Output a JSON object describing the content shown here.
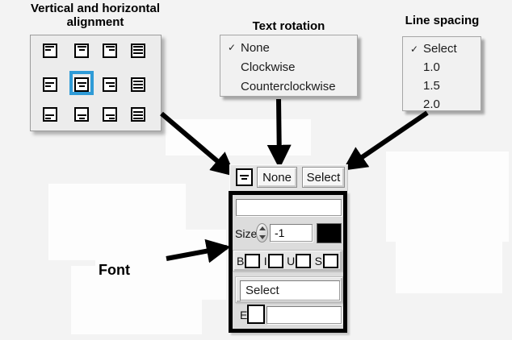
{
  "labels": {
    "alignment_title": "Vertical and horizontal alignment",
    "text_rotation_title": "Text rotation",
    "line_spacing_title": "Line spacing",
    "font_label": "Font"
  },
  "alignment_grid": {
    "rows": [
      "top",
      "middle",
      "bottom"
    ],
    "cols": [
      "left",
      "center",
      "right",
      "justify"
    ],
    "selected": "middle-center",
    "highlight_color": "#2f9bd7"
  },
  "text_rotation_menu": {
    "items": [
      {
        "label": "None",
        "check": "✓"
      },
      {
        "label": "Clockwise",
        "check": ""
      },
      {
        "label": "Counterclockwise",
        "check": ""
      }
    ]
  },
  "line_spacing_menu": {
    "items": [
      {
        "label": "Select",
        "check": "✓"
      },
      {
        "label": "1.0",
        "check": ""
      },
      {
        "label": "1.5",
        "check": ""
      },
      {
        "label": "2.0",
        "check": ""
      }
    ]
  },
  "toolbar": {
    "rotation_value": "None",
    "spacing_value": "Select"
  },
  "font_panel": {
    "text_value": "",
    "size_label": "Size",
    "size_value": "-1",
    "font_color": "#000000",
    "style_labels": [
      "B",
      "I",
      "U",
      "S"
    ],
    "font_name_value": "Select",
    "embed_label": "E",
    "embed_value": ""
  }
}
